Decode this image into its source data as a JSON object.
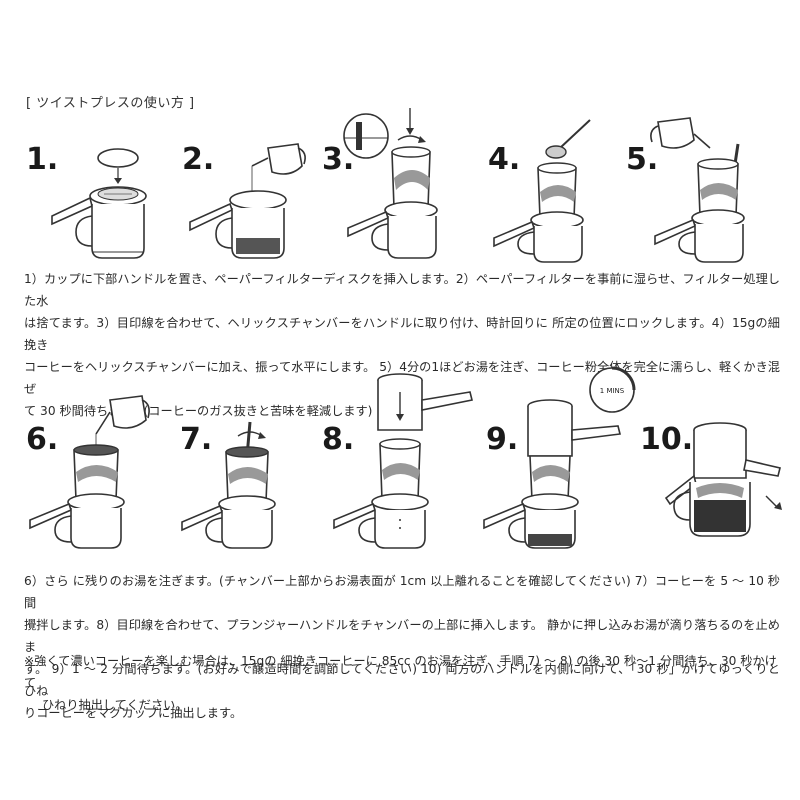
{
  "title": "[ ツイストプレスの使い方 ]",
  "row1": {
    "steps": [
      {
        "num": "1."
      },
      {
        "num": "2."
      },
      {
        "num": "3."
      },
      {
        "num": "4."
      },
      {
        "num": "5."
      }
    ]
  },
  "para1": [
    "1）カップに下部ハンドルを置き、ペーパーフィルターディスクを挿入します。2）ペーパーフィルターを事前に湿らせ、フィルター処理した水",
    "は捨てます。3）目印線を合わせて、ヘリックスチャンバーをハンドルに取り付け、時計回りに 所定の位置にロックします。4）15gの細挽き",
    "コーヒーをヘリックスチャンバーに加え、振って水平にします。 5）4分の1ほどお湯を注ぎ、コーヒー粉全体を完全に濡らし、軽くかき混ぜ",
    "て 30 秒間待ちます。(コーヒーのガス抜きと苦味を軽減します)"
  ],
  "row2": {
    "steps": [
      {
        "num": "6."
      },
      {
        "num": "7."
      },
      {
        "num": "8."
      },
      {
        "num": "9."
      },
      {
        "num": "10."
      }
    ],
    "timer_label": "1 MINS"
  },
  "para2": [
    "6）さら に残りのお湯を注ぎます。(チャンバー上部からお湯表面が 1cm 以上離れることを確認してください) 7）コーヒーを 5 〜 10 秒間",
    "攪拌します。8）目印線を合わせて、プランジャーハンドルをチャンバーの上部に挿入します。 静かに押し込みお湯が滴り落ちるのを止めま",
    "す。 9）1 〜 2 分間待ちます。(お好みで醸造時間を調節してください) 10) 両方のハンドルを内側に向けて、「30 秒」かけてゆっくりとひね",
    "りコーヒーをマグカップに抽出します。"
  ],
  "note": [
    "※強くて濃いコーヒーを楽しむ場合は、15gの 細挽きコーヒーに 85cc のお湯を注ぎ、手順 7) 〜 8) の後 30 秒〜1 分間待ち、30 秒かけて",
    "ひねり抽出してください。"
  ]
}
